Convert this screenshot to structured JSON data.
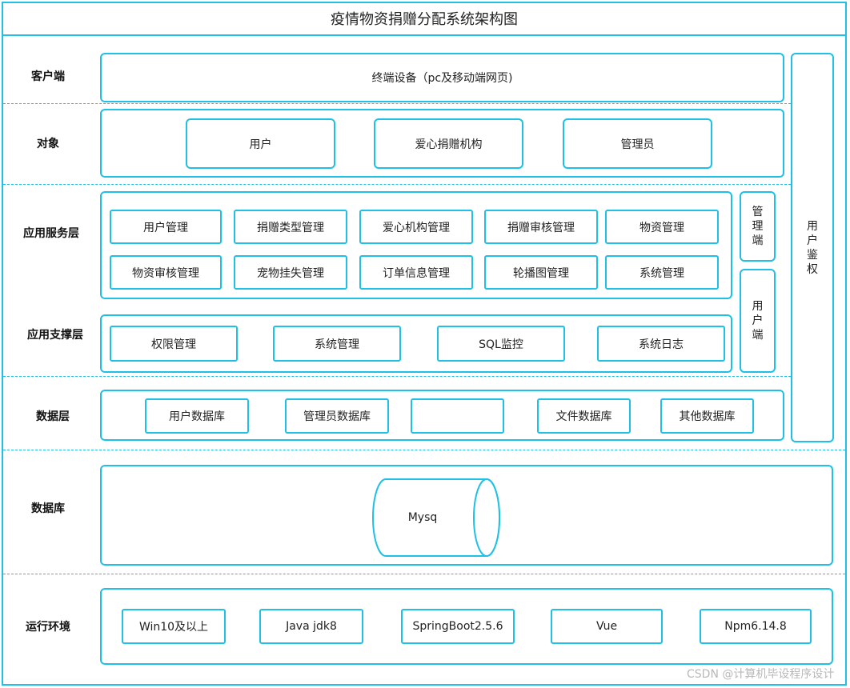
{
  "title": "疫情物资捐赠分配系统架构图",
  "rows": {
    "client": "客户端",
    "objects": "对象",
    "app_service": "应用服务层",
    "app_support": "应用支撑层",
    "data_layer": "数据层",
    "database": "数据库",
    "runtime": "运行环境"
  },
  "client": {
    "terminal": "终端设备（pc及移动端网页)"
  },
  "objects": [
    "用户",
    "爱心捐赠机构",
    "管理员"
  ],
  "app_service": {
    "row1": [
      "用户管理",
      "捐赠类型管理",
      "爱心机构管理",
      "捐赠审核管理",
      "物资管理"
    ],
    "row2": [
      "物资审核管理",
      "宠物挂失管理",
      "订单信息管理",
      "轮播图管理",
      "系统管理"
    ]
  },
  "side_admin": [
    "管",
    "理",
    "端"
  ],
  "side_user": [
    "用",
    "户",
    "端"
  ],
  "auth": [
    "用",
    "户",
    "鉴",
    "权"
  ],
  "app_support": [
    "权限管理",
    "系统管理",
    "SQL监控",
    "系统日志"
  ],
  "data_layer": [
    "用户数据库",
    "管理员数据库",
    "",
    "文件数据库",
    "其他数据库"
  ],
  "database": {
    "name": "Mysq"
  },
  "runtime": [
    "Win10及以上",
    "Java jdk8",
    "SpringBoot2.5.6",
    "Vue",
    "Npm6.14.8"
  ],
  "watermark": "CSDN @计算机毕设程序设计"
}
